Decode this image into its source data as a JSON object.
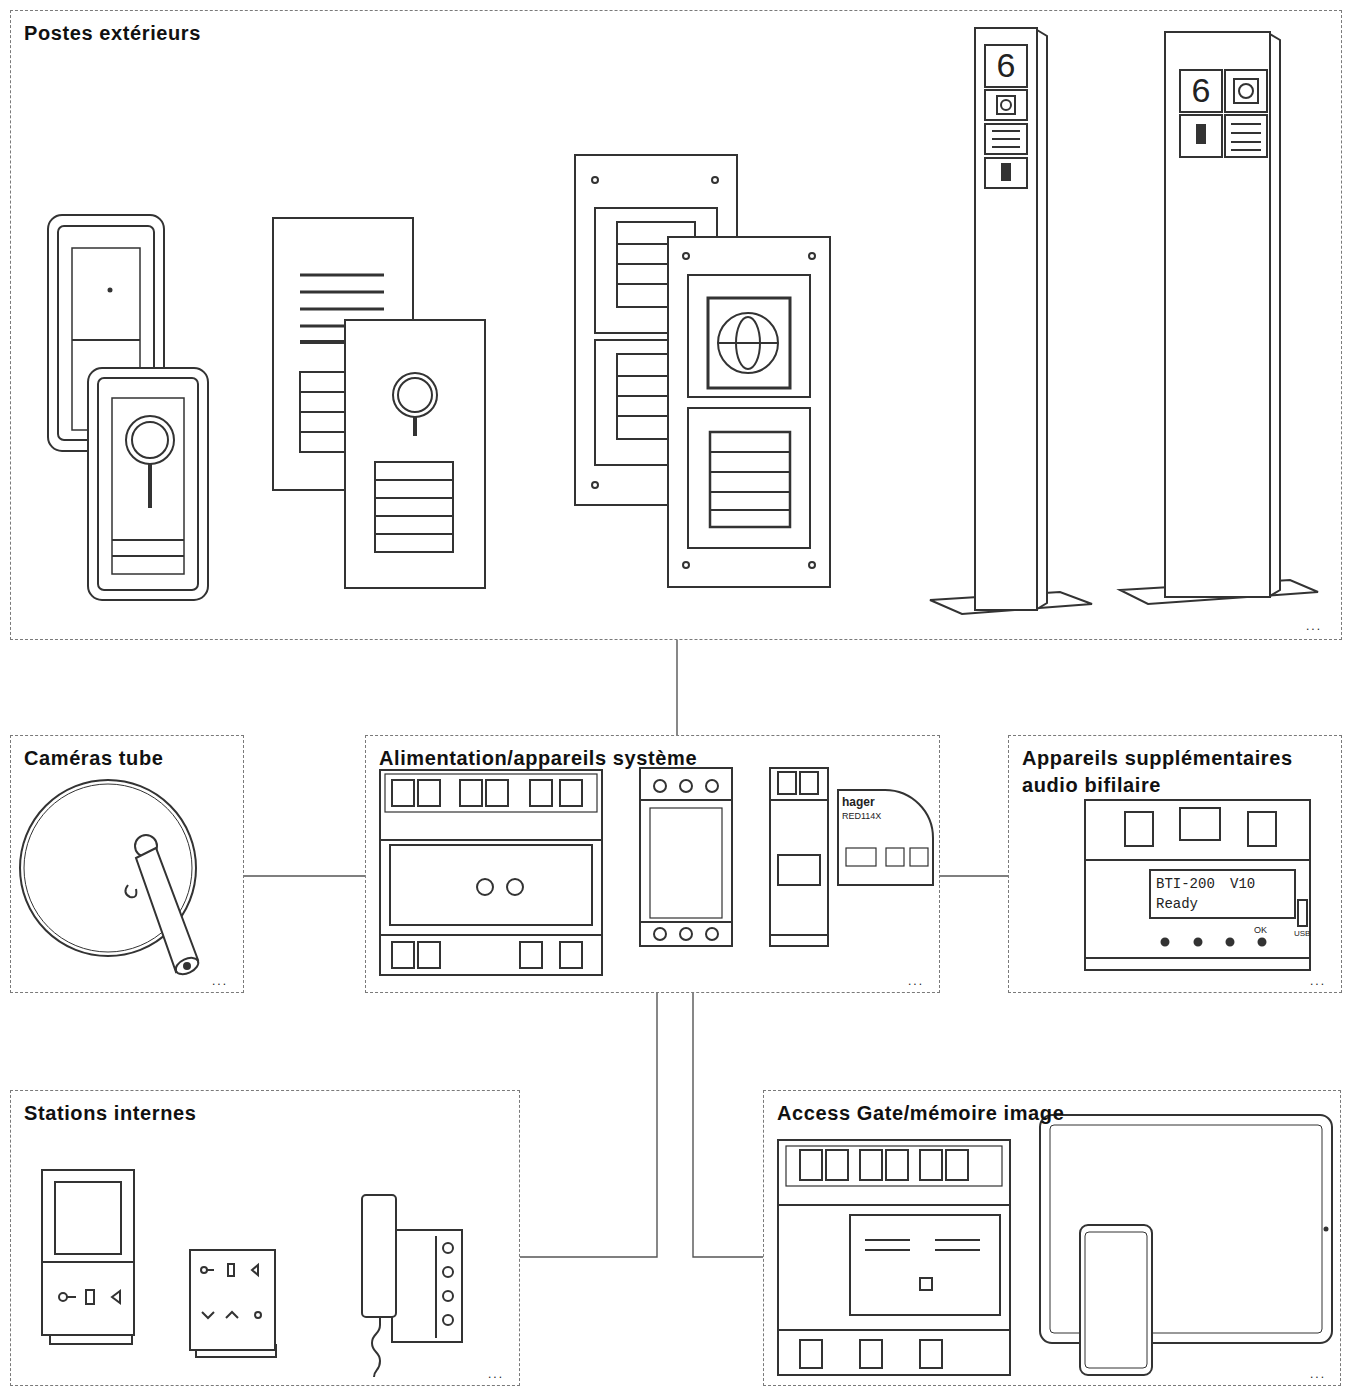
{
  "diagram": {
    "nodes": [
      {
        "text": [
          "Postes extérieurs"
        ]
      },
      {
        "text": [
          "Caméras tube"
        ]
      },
      {
        "text": [
          "Alimentation/appareils système"
        ]
      },
      {
        "text": [
          "Appareils supplémentaires audio bifilaire"
        ]
      },
      {
        "text": [
          "Stations internes"
        ]
      },
      {
        "text": [
          "Access Gate/mémoire image"
        ]
      }
    ],
    "edges": [
      {
        "from": 0,
        "to": 2,
        "arrow": "none"
      },
      {
        "from": 1,
        "to": 2,
        "arrow": "none"
      },
      {
        "from": 2,
        "to": 3,
        "arrow": "none"
      },
      {
        "from": 2,
        "to": 4,
        "arrow": "none"
      },
      {
        "from": 2,
        "to": 5,
        "arrow": "none"
      }
    ],
    "labels": [
      "6",
      "6",
      "hager",
      "RED114X",
      "BTI-200",
      "V10",
      "Ready",
      "OK",
      "USB",
      "...",
      "...",
      "...",
      "...",
      "...",
      "..."
    ]
  }
}
